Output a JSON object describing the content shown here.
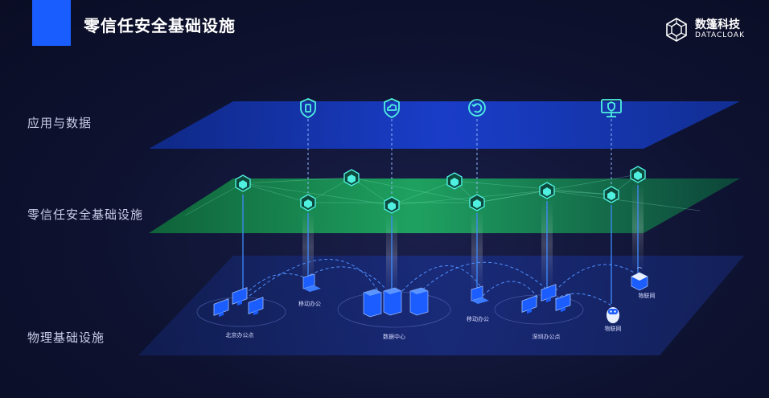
{
  "header": {
    "title": "零信任安全基础设施"
  },
  "brand": {
    "name_cn": "数篷科技",
    "name_en": "DATACLOAK"
  },
  "layers": {
    "app": "应用与数据",
    "zero_trust": "零信任安全基础设施",
    "physical": "物理基础设施"
  },
  "sites": {
    "beijing": "北京办公点",
    "mobile_1": "移动办公",
    "datacenter": "数据中心",
    "mobile_2": "移动办公",
    "shenzhen": "深圳办公点",
    "iot_1": "物联网",
    "iot_2": "物联网"
  },
  "colors": {
    "accent": "#1a5dff",
    "zt_green": "#2fd07a",
    "node_cyan": "#4ff0e0",
    "app_blue": "#1740c8"
  }
}
